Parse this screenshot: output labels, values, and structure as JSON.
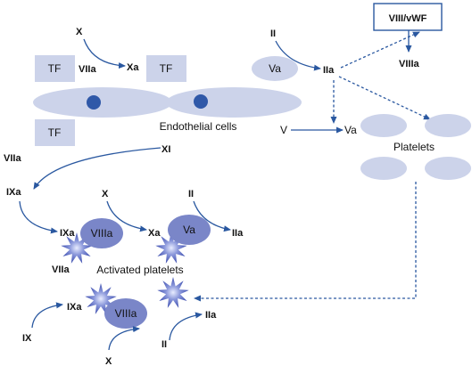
{
  "labels": {
    "tf_top_left": "TF",
    "tf_top_right": "TF",
    "tf_bottom": "TF",
    "viia_top": "VIIa",
    "x_top": "X",
    "xa_top": "Xa",
    "ii_top": "II",
    "va_top": "Va",
    "iia_top": "IIa",
    "viii_vwf": "VIII/vWF",
    "viiia_top": "VIIIa",
    "endothelial_cells": "Endothelial cells",
    "v_mid": "V",
    "va_mid": "Va",
    "platelets": "Platelets",
    "viia_left": "VIIa",
    "xi": "XI",
    "ixa_left": "IXa",
    "ixa_mid": "IXa",
    "viiia_mid": "VIIIa",
    "x_mid": "X",
    "xa_mid": "Xa",
    "va_act": "Va",
    "ii_mid": "II",
    "iia_mid": "IIa",
    "viia_act": "VIIa",
    "activated_platelets": "Activated platelets",
    "ixa_bottom": "IXa",
    "viiia_bottom": "VIIIa",
    "ix_bottom": "IX",
    "x_bottom": "X",
    "ii_bottom": "II",
    "iia_bottom": "IIa"
  },
  "colors": {
    "arrow": "#2a58a0",
    "pale_fill": "#ccd3ea",
    "platelet_fill": "#7a86c8",
    "nucleus": "#2f58a8",
    "burst_fill": "#5a69c0"
  }
}
